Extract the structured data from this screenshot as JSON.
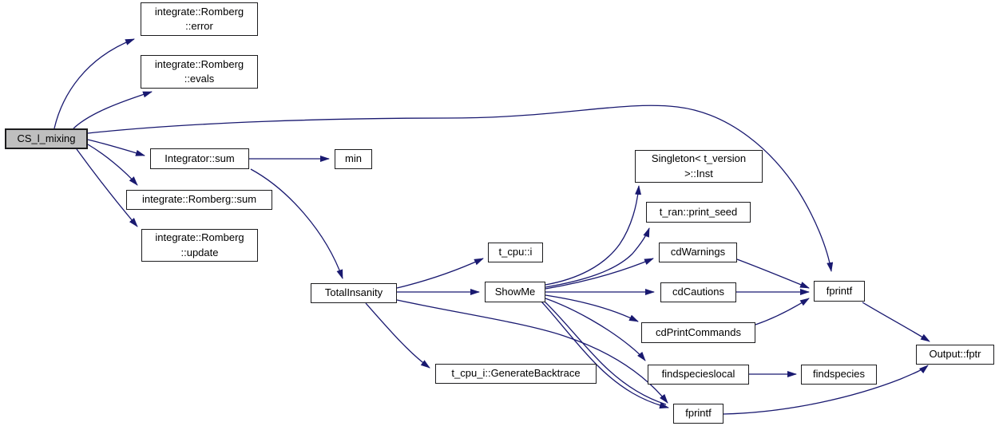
{
  "diagram": {
    "type": "call-graph",
    "root": "CS_l_mixing"
  },
  "colors": {
    "background": "#ffffff",
    "edge": "#191970",
    "node_border": "#1c1c1e",
    "node_fill": "#ffffff",
    "root_fill": "#bfbfbf",
    "text": "#000000"
  },
  "nodes": {
    "cs_l_mixing": {
      "label": "CS_l_mixing"
    },
    "romberg_error": {
      "label": "integrate::Romberg\n::error"
    },
    "romberg_evals": {
      "label": "integrate::Romberg\n::evals"
    },
    "integrator_sum": {
      "label": "Integrator::sum"
    },
    "romberg_sum": {
      "label": "integrate::Romberg::sum"
    },
    "romberg_update": {
      "label": "integrate::Romberg\n::update"
    },
    "min": {
      "label": "min"
    },
    "total_insanity": {
      "label": "TotalInsanity"
    },
    "t_cpu_i": {
      "label": "t_cpu::i"
    },
    "show_me": {
      "label": "ShowMe"
    },
    "singleton_inst": {
      "label": "Singleton< t_version\n>::Inst"
    },
    "t_ran_print_seed": {
      "label": "t_ran::print_seed"
    },
    "cd_warnings": {
      "label": "cdWarnings"
    },
    "cd_cautions": {
      "label": "cdCautions"
    },
    "cd_print_commands": {
      "label": "cdPrintCommands"
    },
    "findspecieslocal": {
      "label": "findspecieslocal"
    },
    "findspecies": {
      "label": "findspecies"
    },
    "fprintf_right": {
      "label": "fprintf"
    },
    "fprintf_bottom": {
      "label": "fprintf"
    },
    "output_fptr": {
      "label": "Output::fptr"
    },
    "generate_backtrace": {
      "label": "t_cpu_i::GenerateBacktrace"
    }
  },
  "edges": [
    {
      "from": "cs_l_mixing",
      "to": "romberg_error"
    },
    {
      "from": "cs_l_mixing",
      "to": "romberg_evals"
    },
    {
      "from": "cs_l_mixing",
      "to": "fprintf_right"
    },
    {
      "from": "cs_l_mixing",
      "to": "integrator_sum"
    },
    {
      "from": "cs_l_mixing",
      "to": "romberg_sum"
    },
    {
      "from": "cs_l_mixing",
      "to": "romberg_update"
    },
    {
      "from": "integrator_sum",
      "to": "min"
    },
    {
      "from": "integrator_sum",
      "to": "total_insanity"
    },
    {
      "from": "total_insanity",
      "to": "t_cpu_i"
    },
    {
      "from": "total_insanity",
      "to": "show_me"
    },
    {
      "from": "total_insanity",
      "to": "generate_backtrace"
    },
    {
      "from": "total_insanity",
      "to": "fprintf_bottom"
    },
    {
      "from": "show_me",
      "to": "singleton_inst"
    },
    {
      "from": "show_me",
      "to": "t_ran_print_seed"
    },
    {
      "from": "show_me",
      "to": "cd_warnings"
    },
    {
      "from": "show_me",
      "to": "cd_cautions"
    },
    {
      "from": "show_me",
      "to": "cd_print_commands"
    },
    {
      "from": "show_me",
      "to": "findspecieslocal"
    },
    {
      "from": "show_me",
      "to": "fprintf_bottom"
    },
    {
      "from": "cd_warnings",
      "to": "fprintf_right"
    },
    {
      "from": "cd_cautions",
      "to": "fprintf_right"
    },
    {
      "from": "cd_print_commands",
      "to": "fprintf_right"
    },
    {
      "from": "findspecieslocal",
      "to": "findspecies"
    },
    {
      "from": "fprintf_right",
      "to": "output_fptr"
    },
    {
      "from": "fprintf_bottom",
      "to": "output_fptr"
    }
  ]
}
